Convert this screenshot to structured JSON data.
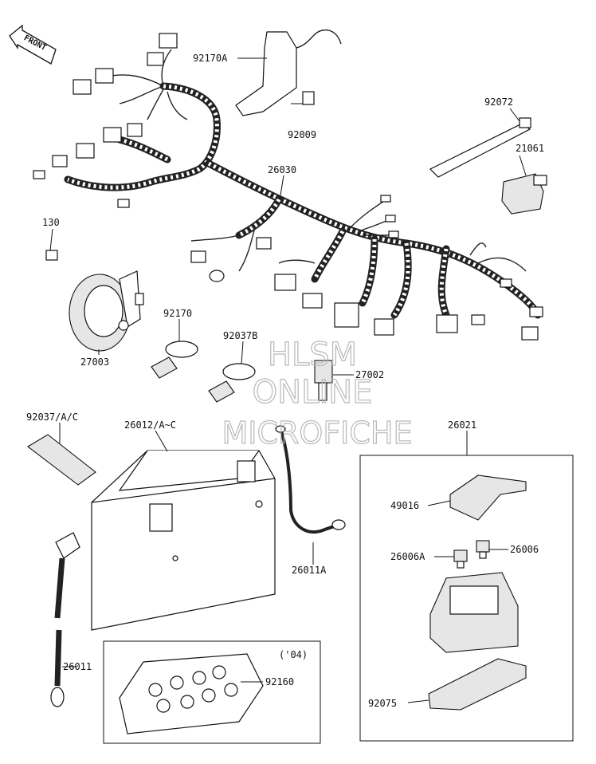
{
  "watermark": [
    "HLSM",
    "ONLINE",
    "MICROFICHE"
  ],
  "front_label": "FRONT",
  "parts": {
    "p92170A": "92170A",
    "p92009": "92009",
    "p92072": "92072",
    "p21061": "21061",
    "p26030": "26030",
    "p130": "130",
    "p92170": "92170",
    "p92037B": "92037B",
    "p27002": "27002",
    "p27003": "27003",
    "p92037AC": "92037/A/C",
    "p26012": "26012/A~C",
    "p26021": "26021",
    "p49016": "49016",
    "p26006A": "26006A",
    "p26006": "26006",
    "p26011A": "26011A",
    "p04": "('04)",
    "p26011": "26011",
    "p92160": "92160",
    "p92075": "92075"
  }
}
